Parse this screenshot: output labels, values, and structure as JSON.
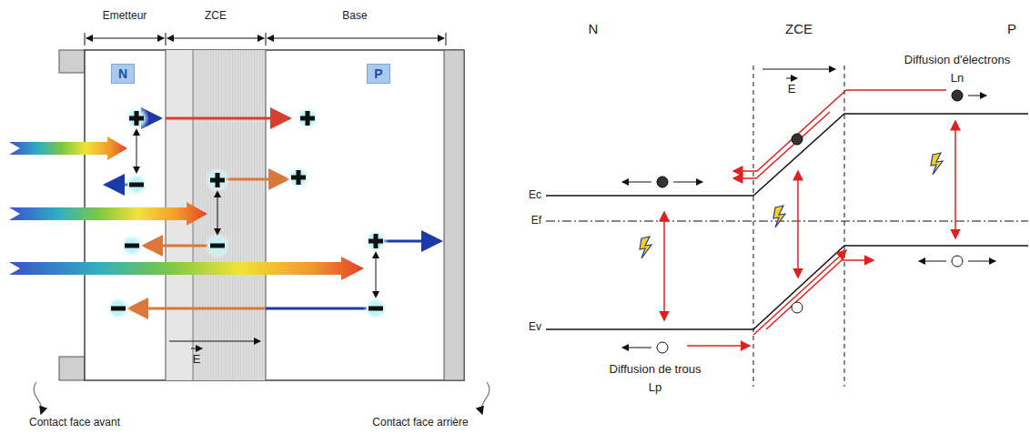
{
  "diagram": {
    "nodes": [
      {
        "text": [
          "N"
        ]
      },
      {
        "text": [
          "P"
        ]
      }
    ],
    "labels": [
      "Emetteur",
      "ZCE",
      "Base",
      "E",
      "Contact face avant",
      "Contact face arrière",
      "N",
      "ZCE",
      "P",
      "E",
      "Diffusion d'électrons",
      "Ln",
      "Ec",
      "Ef",
      "Ev",
      "Diffusion de trous",
      "Lp"
    ]
  }
}
